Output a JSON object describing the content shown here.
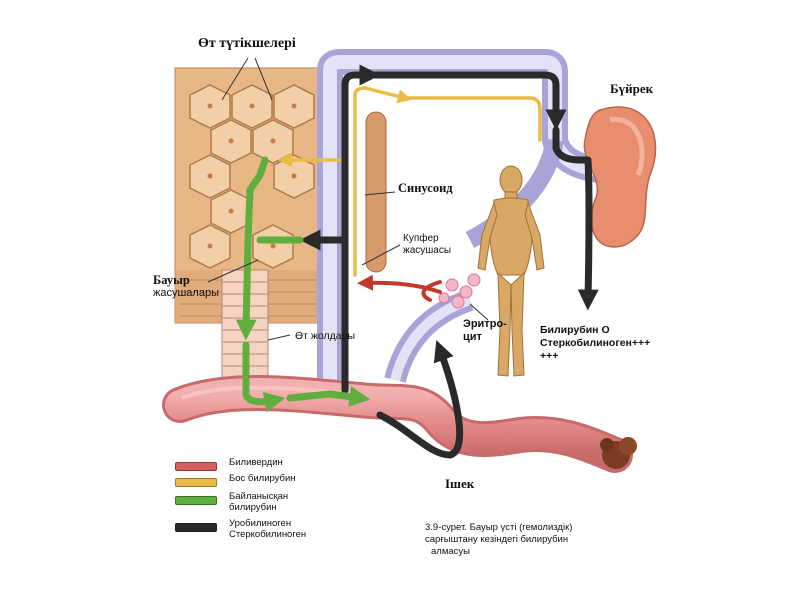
{
  "labels": {
    "bile_ducts": "Өт түтікшелері",
    "kidney": "Бүйрек",
    "sinusoid": "Синусоид",
    "kupffer": [
      "Купфер",
      "жасушасы"
    ],
    "hepatocytes": [
      "Бауыр",
      "жасушалары"
    ],
    "erythrocyte": [
      "Эритро-",
      "цит"
    ],
    "bile_ways": "Өт жолдары",
    "intestine": "Ішек",
    "urine_info": [
      "Билирубин О",
      "Стеркобилиноген+++",
      "+++"
    ]
  },
  "legend": [
    {
      "lines": [
        "Биливердин"
      ],
      "color": "#d45f5f"
    },
    {
      "lines": [
        "Бос билирубин"
      ],
      "color": "#e9bc45"
    },
    {
      "lines": [
        "Байланысқан",
        "билирубин"
      ],
      "color": "#5fae3e"
    },
    {
      "lines": [
        "Уробилиноген",
        "Стеркобилиноген"
      ],
      "color": "#2a2a2a"
    }
  ],
  "caption": [
    "3.9-сурет. Бауыр үсті (гемолиздік)",
    "сарғыштану кезіндегі билирубин",
    "алмасуы"
  ],
  "colors": {
    "biliverdin": "#d45f5f",
    "free_bilirubin": "#e9bc45",
    "conjugated_bilirubin": "#5fae3e",
    "urobilinogen": "#2a2a2a",
    "liver_tissue": "#e8b786",
    "kidney": "#e98d6f",
    "intestine": "#e99595",
    "blood_vessel": "#c7c4e6",
    "body": "#d9a865"
  },
  "icons": [
    "human-figure-icon",
    "kidney-icon",
    "feces-icon",
    "erythrocyte-icon"
  ]
}
